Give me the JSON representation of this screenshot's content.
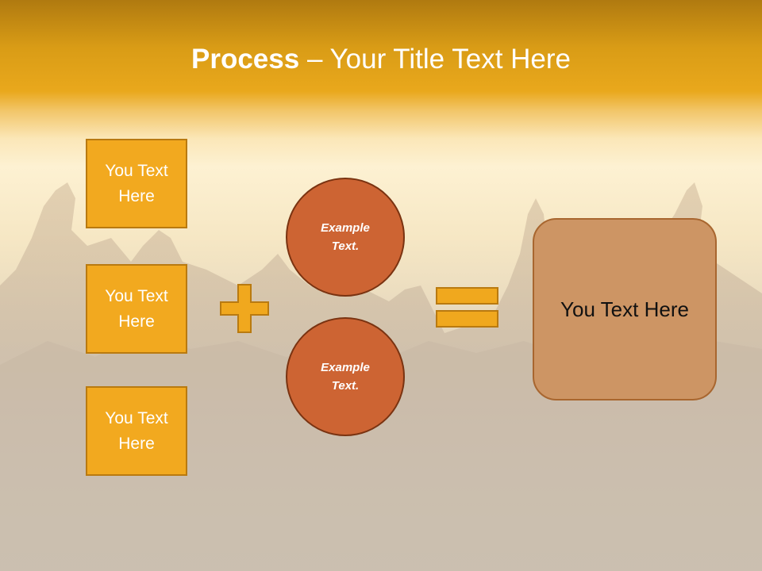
{
  "title": {
    "bold": "Process",
    "dash": " – ",
    "rest": "Your Title Text Here"
  },
  "boxes": [
    {
      "label": "You Text Here"
    },
    {
      "label": "You Text Here"
    },
    {
      "label": "You Text Here"
    }
  ],
  "circles": [
    {
      "label": "Example Text."
    },
    {
      "label": "Example Text."
    }
  ],
  "result": {
    "label": "You Text Here"
  },
  "colors": {
    "header": "#e9a81c",
    "box_fill": "#f2a91f",
    "circle_fill": "#cd6433",
    "result_fill": "#cd9564"
  },
  "icons": {
    "plus": "plus-icon",
    "equals": "equals-icon"
  }
}
